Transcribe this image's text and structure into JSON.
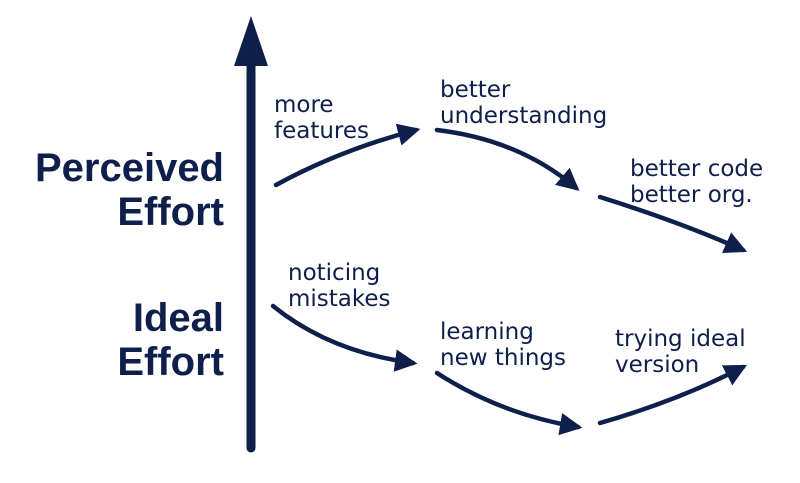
{
  "axis_labels": {
    "perceived": [
      "Perceived",
      "Effort"
    ],
    "ideal": [
      "Ideal",
      "Effort"
    ]
  },
  "perceived_path": {
    "labels": [
      [
        "more",
        "features"
      ],
      [
        "better",
        "understanding"
      ],
      [
        "better code",
        "better org."
      ]
    ]
  },
  "ideal_path": {
    "labels": [
      [
        "noticing",
        "mistakes"
      ],
      [
        "learning",
        "new things"
      ],
      [
        "trying ideal",
        "version"
      ]
    ]
  },
  "colors": {
    "ink": "#0f1f4b",
    "background": "#ffffff"
  }
}
